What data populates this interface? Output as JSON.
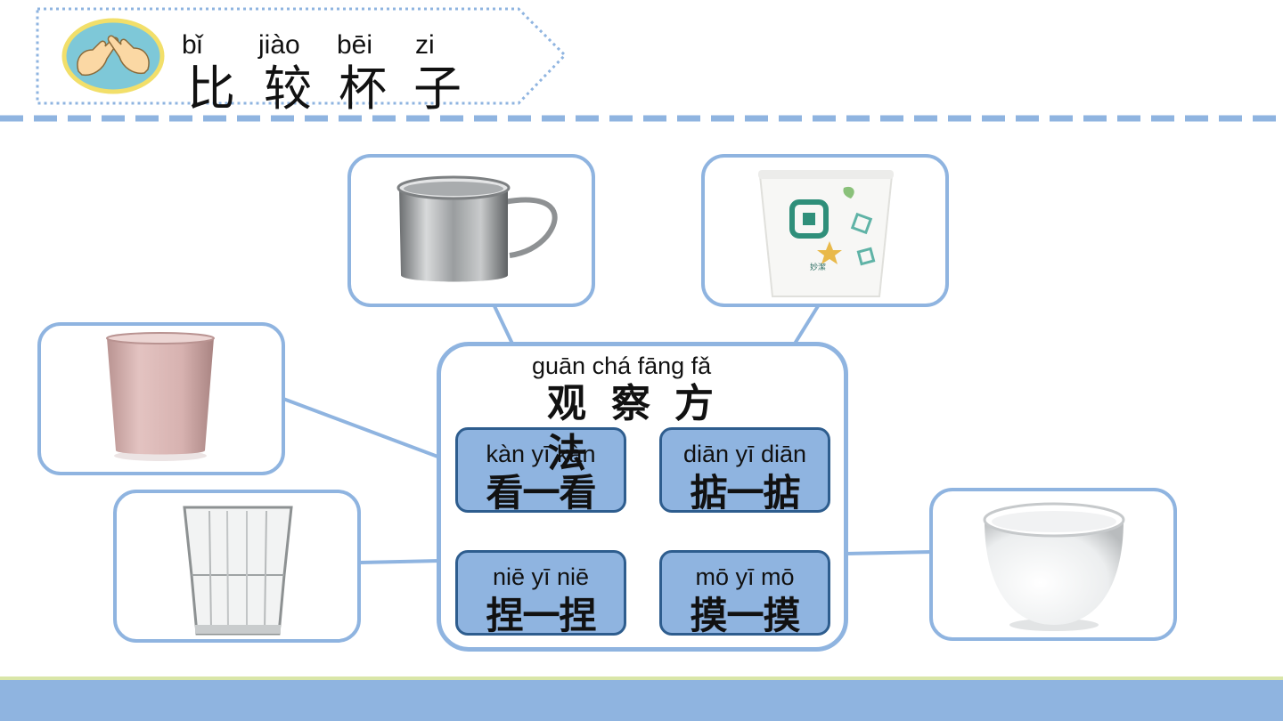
{
  "header": {
    "title_pinyin": [
      "bǐ",
      "jiào",
      "bēi",
      "zi"
    ],
    "title_chars": [
      "比",
      "较",
      "杯",
      "子"
    ]
  },
  "center": {
    "pinyin": "guān chá fāng  fǎ",
    "chars": [
      "观",
      "察",
      "方",
      "法"
    ]
  },
  "methods": [
    {
      "pinyin": "kàn yī kàn",
      "label": "看一看"
    },
    {
      "pinyin": "diān yī diān",
      "label": "掂一掂"
    },
    {
      "pinyin": "niē  yī niē",
      "label": "捏一捏"
    },
    {
      "pinyin": "mō  yī mō",
      "label": "摸一摸"
    }
  ],
  "cups": [
    {
      "name": "stainless-steel-mug-icon"
    },
    {
      "name": "paper-cup-icon",
      "print_text": "妙潔"
    },
    {
      "name": "pink-plastic-cup-icon"
    },
    {
      "name": "glass-tumbler-icon"
    },
    {
      "name": "white-porcelain-cup-icon"
    }
  ],
  "colors": {
    "accent_blue": "#8fb4e0",
    "button_border": "#2e5d8e",
    "footer_line": "#d9e6a8",
    "hands_badge": "#7ec8d8"
  }
}
